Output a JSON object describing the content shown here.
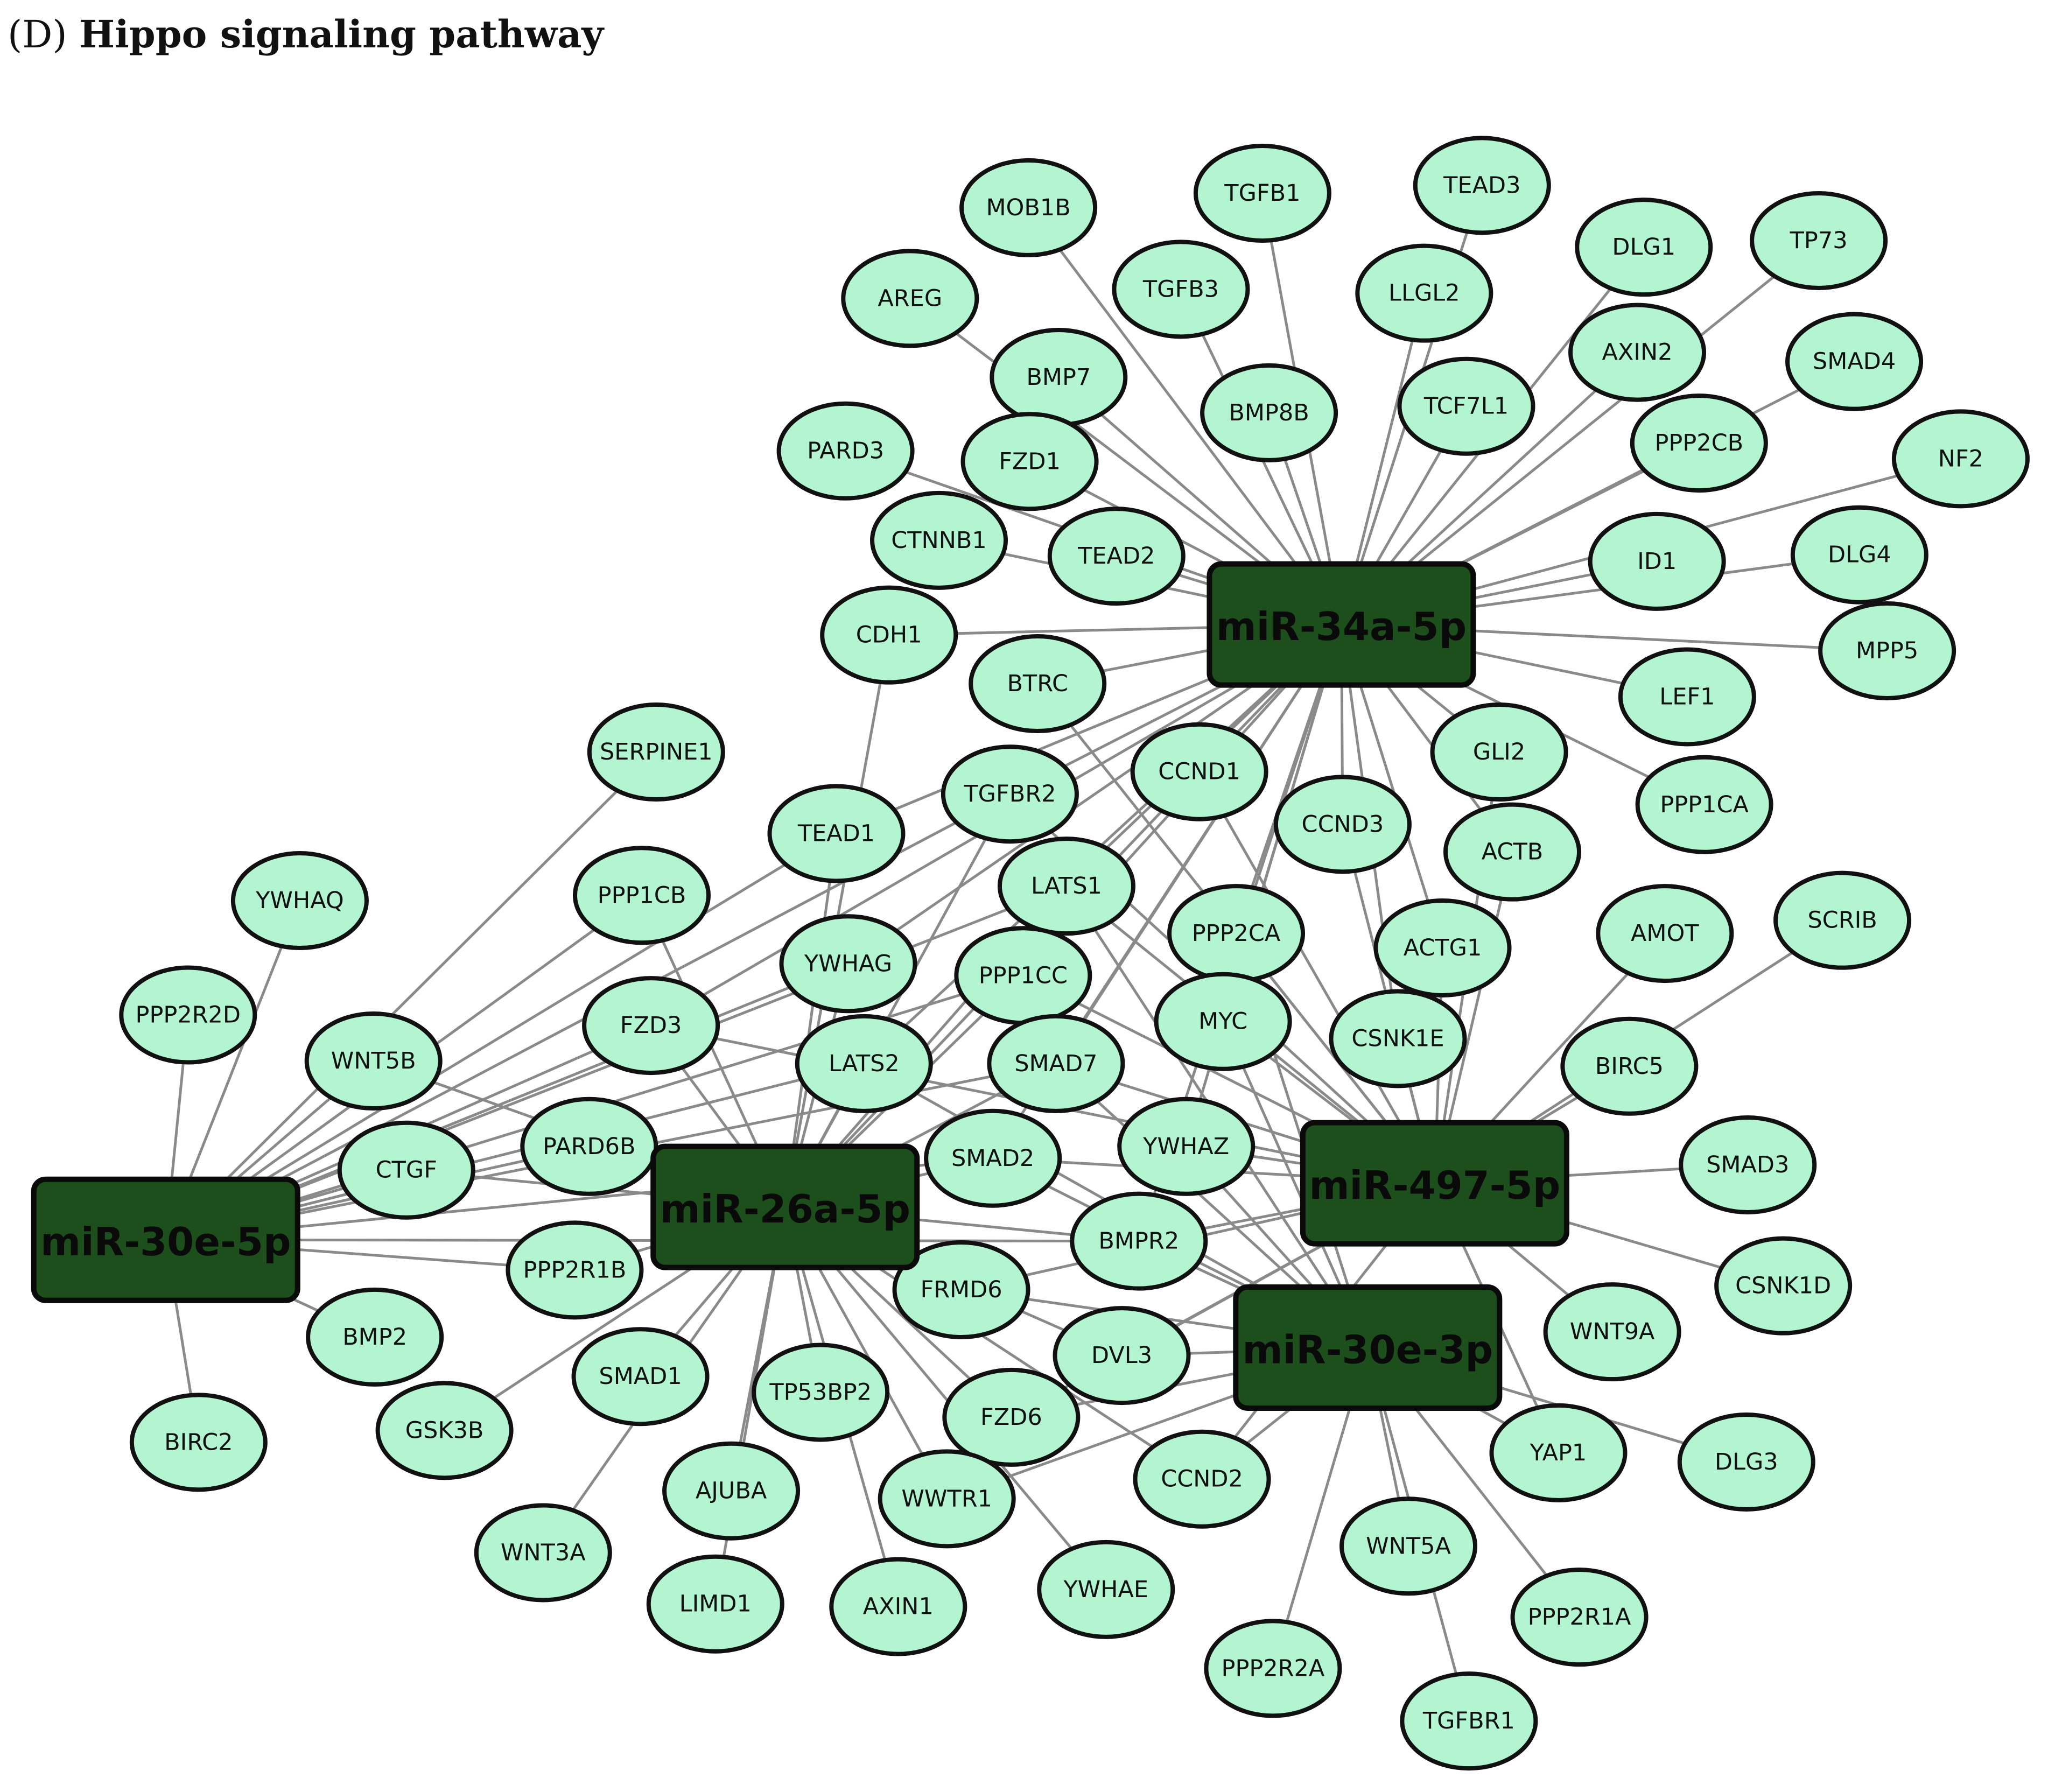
{
  "figure": {
    "panel_label": "(D)",
    "title": "Hippo signaling pathway"
  },
  "colors": {
    "gene_fill": "#b3f5d1",
    "mirna_fill": "#1c4f1c",
    "edge": "#8a8a8a"
  },
  "mirnas": [
    {
      "id": "m34",
      "label": "miR-34a-5p"
    },
    {
      "id": "m26",
      "label": "miR-26a-5p"
    },
    {
      "id": "m30e5",
      "label": "miR-30e-5p"
    },
    {
      "id": "m497",
      "label": "miR-497-5p"
    },
    {
      "id": "m30e3",
      "label": "miR-30e-3p"
    }
  ],
  "genes": [
    "MOB1B",
    "TGFB1",
    "TEAD3",
    "DLG1",
    "TP73",
    "AREG",
    "TGFB3",
    "LLGL2",
    "AXIN2",
    "SMAD4",
    "BMP7",
    "BMP8B",
    "TCF7L1",
    "PPP2CB",
    "NF2",
    "PARD3",
    "FZD1",
    "CTNNB1",
    "TEAD2",
    "ID1",
    "DLG4",
    "CDH1",
    "BTRC",
    "MPP5",
    "LEF1",
    "SERPINE1",
    "GLI2",
    "TGFBR2",
    "CCND1",
    "CCND3",
    "TEAD1",
    "PPP1CA",
    "ACTB",
    "LATS1",
    "YWHAQ",
    "PPP1CB",
    "SCRIB",
    "PPP2CA",
    "AMOT",
    "ACTG1",
    "YWHAG",
    "PPP1CC",
    "PPP2R2D",
    "MYC",
    "CSNK1E",
    "FZD3",
    "WNT5B",
    "LATS2",
    "SMAD7",
    "BIRC5",
    "PARD6B",
    "YWHAZ",
    "CTGF",
    "SMAD2",
    "SMAD3",
    "PPP2R1B",
    "BMPR2",
    "FRMD6",
    "CSNK1D",
    "WNT9A",
    "BMP2",
    "DVL3",
    "SMAD1",
    "TP53BP2",
    "BIRC2",
    "GSK3B",
    "FZD6",
    "YAP1",
    "DLG3",
    "AJUBA",
    "CCND2",
    "WWTR1",
    "WNT3A",
    "WNT5A",
    "YWHAE",
    "LIMD1",
    "AXIN1",
    "PPP2R1A",
    "PPP2R2A",
    "TGFBR1"
  ],
  "interactions": [
    [
      "m34",
      "MOB1B"
    ],
    [
      "m34",
      "TGFB1"
    ],
    [
      "m34",
      "TEAD3"
    ],
    [
      "m34",
      "DLG1"
    ],
    [
      "m34",
      "TP73"
    ],
    [
      "m34",
      "AREG"
    ],
    [
      "m34",
      "TGFB3"
    ],
    [
      "m34",
      "LLGL2"
    ],
    [
      "m34",
      "AXIN2"
    ],
    [
      "m34",
      "SMAD4"
    ],
    [
      "m34",
      "BMP7"
    ],
    [
      "m34",
      "BMP8B"
    ],
    [
      "m34",
      "TCF7L1"
    ],
    [
      "m34",
      "PPP2CB"
    ],
    [
      "m34",
      "NF2"
    ],
    [
      "m34",
      "PARD3"
    ],
    [
      "m34",
      "FZD1"
    ],
    [
      "m34",
      "CTNNB1"
    ],
    [
      "m34",
      "TEAD2"
    ],
    [
      "m34",
      "ID1"
    ],
    [
      "m34",
      "DLG4"
    ],
    [
      "m34",
      "CDH1"
    ],
    [
      "m34",
      "BTRC"
    ],
    [
      "m34",
      "MPP5"
    ],
    [
      "m34",
      "LEF1"
    ],
    [
      "m34",
      "GLI2"
    ],
    [
      "m34",
      "PPP1CA"
    ],
    [
      "m34",
      "CCND1"
    ],
    [
      "m34",
      "CCND3"
    ],
    [
      "m34",
      "TGFBR2"
    ],
    [
      "m34",
      "ACTB"
    ],
    [
      "m34",
      "LATS1"
    ],
    [
      "m34",
      "PPP2CA"
    ],
    [
      "m34",
      "ACTG1"
    ],
    [
      "m34",
      "MYC"
    ],
    [
      "m34",
      "CSNK1E"
    ],
    [
      "m34",
      "TEAD1"
    ],
    [
      "m34",
      "YWHAG"
    ],
    [
      "m34",
      "PPP1CC"
    ],
    [
      "m34",
      "SMAD7"
    ],
    [
      "m34",
      "YWHAZ"
    ],
    [
      "m34",
      "BMPR2"
    ],
    [
      "m34",
      "SMAD2"
    ],
    [
      "m34",
      "FZD3"
    ],
    [
      "m34",
      "LATS2"
    ],
    [
      "m26",
      "TGFBR2"
    ],
    [
      "m26",
      "CCND1"
    ],
    [
      "m26",
      "TEAD1"
    ],
    [
      "m26",
      "PPP1CB"
    ],
    [
      "m26",
      "LATS1"
    ],
    [
      "m26",
      "YWHAG"
    ],
    [
      "m26",
      "PPP1CC"
    ],
    [
      "m26",
      "FZD3"
    ],
    [
      "m26",
      "LATS2"
    ],
    [
      "m26",
      "SMAD7"
    ],
    [
      "m26",
      "PARD6B"
    ],
    [
      "m26",
      "CTGF"
    ],
    [
      "m26",
      "SMAD2"
    ],
    [
      "m26",
      "PPP2R1B"
    ],
    [
      "m26",
      "FRMD6"
    ],
    [
      "m26",
      "SMAD1"
    ],
    [
      "m26",
      "TP53BP2"
    ],
    [
      "m26",
      "GSK3B"
    ],
    [
      "m26",
      "FZD6"
    ],
    [
      "m26",
      "AJUBA"
    ],
    [
      "m26",
      "WWTR1"
    ],
    [
      "m26",
      "WNT3A"
    ],
    [
      "m26",
      "LIMD1"
    ],
    [
      "m26",
      "AXIN1"
    ],
    [
      "m26",
      "YWHAE"
    ],
    [
      "m26",
      "DVL3"
    ],
    [
      "m26",
      "CCND2"
    ],
    [
      "m26",
      "WNT5B"
    ],
    [
      "m26",
      "BMPR2"
    ],
    [
      "m26",
      "CDH1"
    ],
    [
      "m30e5",
      "YWHAQ"
    ],
    [
      "m30e5",
      "PPP2R2D"
    ],
    [
      "m30e5",
      "WNT5B"
    ],
    [
      "m30e5",
      "CTGF"
    ],
    [
      "m30e5",
      "PARD6B"
    ],
    [
      "m30e5",
      "PPP2R1B"
    ],
    [
      "m30e5",
      "BMP2"
    ],
    [
      "m30e5",
      "BIRC2"
    ],
    [
      "m30e5",
      "SERPINE1"
    ],
    [
      "m30e5",
      "PPP1CB"
    ],
    [
      "m30e5",
      "TEAD1"
    ],
    [
      "m30e5",
      "FZD3"
    ],
    [
      "m30e5",
      "LATS2"
    ],
    [
      "m30e5",
      "SMAD7"
    ],
    [
      "m30e5",
      "YWHAG"
    ],
    [
      "m30e5",
      "PPP1CC"
    ],
    [
      "m30e5",
      "SMAD2"
    ],
    [
      "m30e5",
      "TGFBR2"
    ],
    [
      "m30e5",
      "LATS1"
    ],
    [
      "m30e5",
      "BMPR2"
    ],
    [
      "m497",
      "SMAD3"
    ],
    [
      "m497",
      "CSNK1D"
    ],
    [
      "m497",
      "WNT9A"
    ],
    [
      "m497",
      "BIRC5"
    ],
    [
      "m497",
      "YWHAZ"
    ],
    [
      "m497",
      "SMAD2"
    ],
    [
      "m497",
      "BMPR2"
    ],
    [
      "m497",
      "MYC"
    ],
    [
      "m497",
      "CSNK1E"
    ],
    [
      "m497",
      "SCRIB"
    ],
    [
      "m497",
      "AMOT"
    ],
    [
      "m497",
      "ACTG1"
    ],
    [
      "m497",
      "ACTB"
    ],
    [
      "m497",
      "PPP2CA"
    ],
    [
      "m497",
      "CCND1"
    ],
    [
      "m497",
      "CCND3"
    ],
    [
      "m497",
      "GLI2"
    ],
    [
      "m497",
      "BTRC"
    ],
    [
      "m497",
      "SMAD7"
    ],
    [
      "m497",
      "FRMD6"
    ],
    [
      "m497",
      "DVL3"
    ],
    [
      "m497",
      "YAP1"
    ],
    [
      "m497",
      "FZD6"
    ],
    [
      "m497",
      "TGFBR2"
    ],
    [
      "m497",
      "PPP1CC"
    ],
    [
      "m497",
      "LATS1"
    ],
    [
      "m497",
      "CCND2"
    ],
    [
      "m497",
      "FZD3"
    ],
    [
      "m30e3",
      "YAP1"
    ],
    [
      "m30e3",
      "DLG3"
    ],
    [
      "m30e3",
      "WNT5A"
    ],
    [
      "m30e3",
      "PPP2R1A"
    ],
    [
      "m30e3",
      "PPP2R2A"
    ],
    [
      "m30e3",
      "TGFBR1"
    ],
    [
      "m30e3",
      "CCND2"
    ],
    [
      "m30e3",
      "DVL3"
    ],
    [
      "m30e3",
      "FZD6"
    ],
    [
      "m30e3",
      "BMPR2"
    ],
    [
      "m30e3",
      "YWHAZ"
    ],
    [
      "m30e3",
      "SMAD2"
    ],
    [
      "m30e3",
      "MYC"
    ],
    [
      "m30e3",
      "LATS2"
    ],
    [
      "m30e3",
      "FRMD6"
    ],
    [
      "m30e3",
      "SMAD7"
    ],
    [
      "m30e3",
      "WWTR1"
    ],
    [
      "m30e3",
      "PPP2CA"
    ],
    [
      "m30e3",
      "LATS1"
    ]
  ]
}
